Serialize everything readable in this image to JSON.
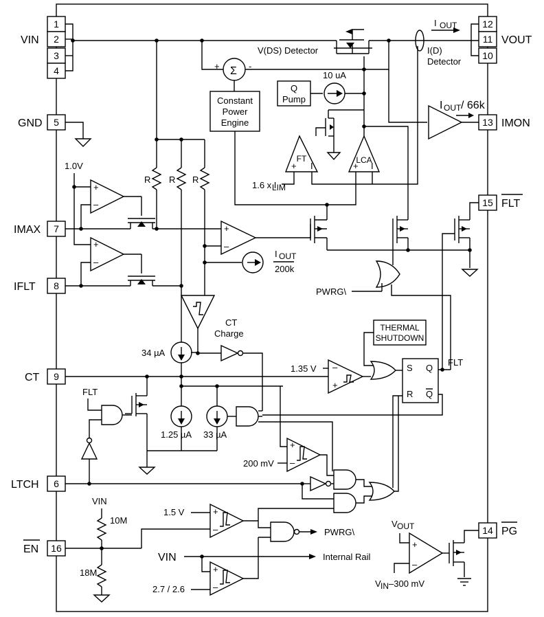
{
  "pins_left": [
    {
      "num": "1",
      "name": "VIN"
    },
    {
      "num": "2",
      "name": ""
    },
    {
      "num": "3",
      "name": ""
    },
    {
      "num": "4",
      "name": ""
    },
    {
      "num": "5",
      "name": "GND"
    },
    {
      "num": "7",
      "name": "IMAX"
    },
    {
      "num": "8",
      "name": "IFLT"
    },
    {
      "num": "9",
      "name": "CT"
    },
    {
      "num": "6",
      "name": "LTCH"
    },
    {
      "num": "16",
      "name": "EN"
    }
  ],
  "pins_right": [
    {
      "num": "12",
      "name": ""
    },
    {
      "num": "11",
      "name": "VOUT"
    },
    {
      "num": "10",
      "name": ""
    },
    {
      "num": "13",
      "name": "IMON"
    },
    {
      "num": "15",
      "name": "FLT"
    },
    {
      "num": "14",
      "name": "PG"
    }
  ],
  "labels": {
    "vds_detector": "V(DS) Detector",
    "id_detector_1": "I(D)",
    "id_detector_2": "Detector",
    "iout_top": "I",
    "iout_top_sub": "OUT",
    "q_pump_1": "Q",
    "q_pump_2": "Pump",
    "src_10ua": "10 uA",
    "cpe_1": "Constant",
    "cpe_2": "Power",
    "cpe_3": "Engine",
    "sigma": "Σ",
    "imon_gain": "I",
    "imon_gain_sub": "OUT",
    "imon_gain_suffix": "/ 66k",
    "ft": "FT",
    "lca": "LCA",
    "ilim_prefix": "1.6 x I",
    "ilim_sub": "LIM",
    "v1_0": "1.0V",
    "r1": "R",
    "r2": "R",
    "r3": "R",
    "iout_200k": "I",
    "iout_200k_sub": "OUT",
    "div_200k": "200k",
    "pwrg_in": "PWRG\\",
    "ct_charge_1": "CT",
    "ct_charge_2": "Charge",
    "src_34ua": "34 µA",
    "thermal_1": "THERMAL",
    "thermal_2": "SHUTDOWN",
    "v1_35": "1.35 V",
    "latch_s": "S",
    "latch_q": "Q",
    "latch_r": "R",
    "latch_qb": "Q",
    "flt_node": "FLT",
    "flt_left": "FLT",
    "src_125ua": "1.25 µA",
    "src_33ua": "33 µA",
    "v200mv": "200 mV",
    "vin_en": "VIN",
    "r10m": "10M",
    "r18m": "18M",
    "v1_5": "1.5 V",
    "pwrg_out": "PWRG\\",
    "vin_rail": "VIN",
    "internal_rail": "Internal Rail",
    "v27_26": "2.7 / 2.6",
    "vout_ref": "V",
    "vout_ref_sub": "OUT",
    "vin_ref": "V",
    "vin_ref_sub": "IN",
    "vin_ref_suffix": "–300 mV"
  }
}
